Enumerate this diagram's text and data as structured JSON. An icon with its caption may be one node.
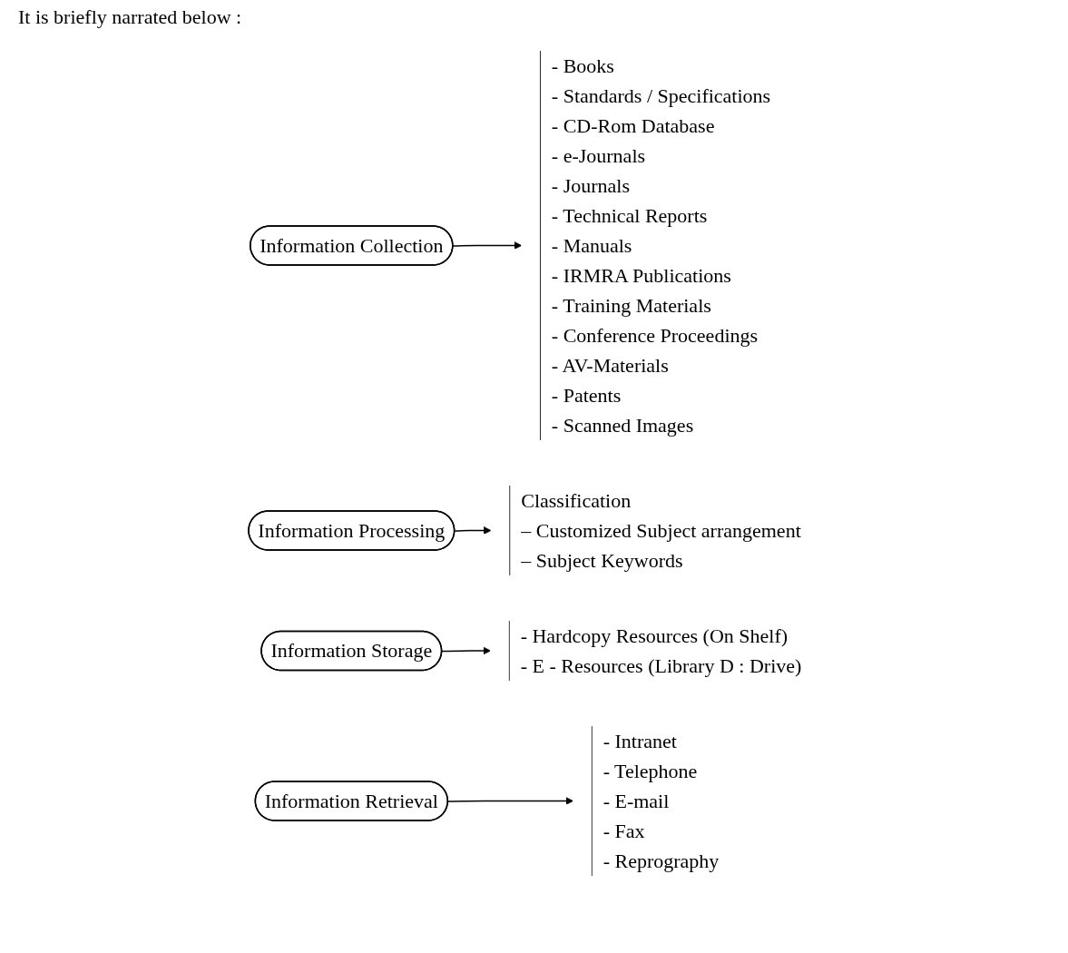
{
  "diagram": {
    "nodes": [
      {
        "text": [
          "Information Collection"
        ]
      },
      {
        "text": [
          "- Books",
          "- Standards / Specifications",
          "- CD-Rom Database",
          "- e-Journals",
          "- Journals",
          "- Technical Reports",
          "- Manuals",
          "- IRMRA Publications",
          "- Training Materials",
          "- Conference Proceedings",
          "- AV-Materials",
          "- Patents",
          "- Scanned Images"
        ]
      },
      {
        "text": [
          "Information Processing"
        ]
      },
      {
        "text": [
          "Classification",
          "– Customized Subject arrangement",
          "– Subject Keywords"
        ]
      },
      {
        "text": [
          "Information Storage"
        ]
      },
      {
        "text": [
          "- Hardcopy Resources (On Shelf)",
          "- E - Resources (Library D : Drive)"
        ]
      },
      {
        "text": [
          "Information Retrieval"
        ]
      },
      {
        "text": [
          "- Intranet",
          "- Telephone",
          "- E-mail",
          "- Fax",
          "- Reprography"
        ]
      }
    ],
    "edges": [
      {
        "from": 0,
        "to": 1,
        "arrow": "to"
      },
      {
        "from": 2,
        "to": 3,
        "arrow": "to"
      },
      {
        "from": 4,
        "to": 5,
        "arrow": "to"
      },
      {
        "from": 6,
        "to": 7,
        "arrow": "to"
      }
    ],
    "labels": [
      "It is briefly narrated below :"
    ]
  }
}
